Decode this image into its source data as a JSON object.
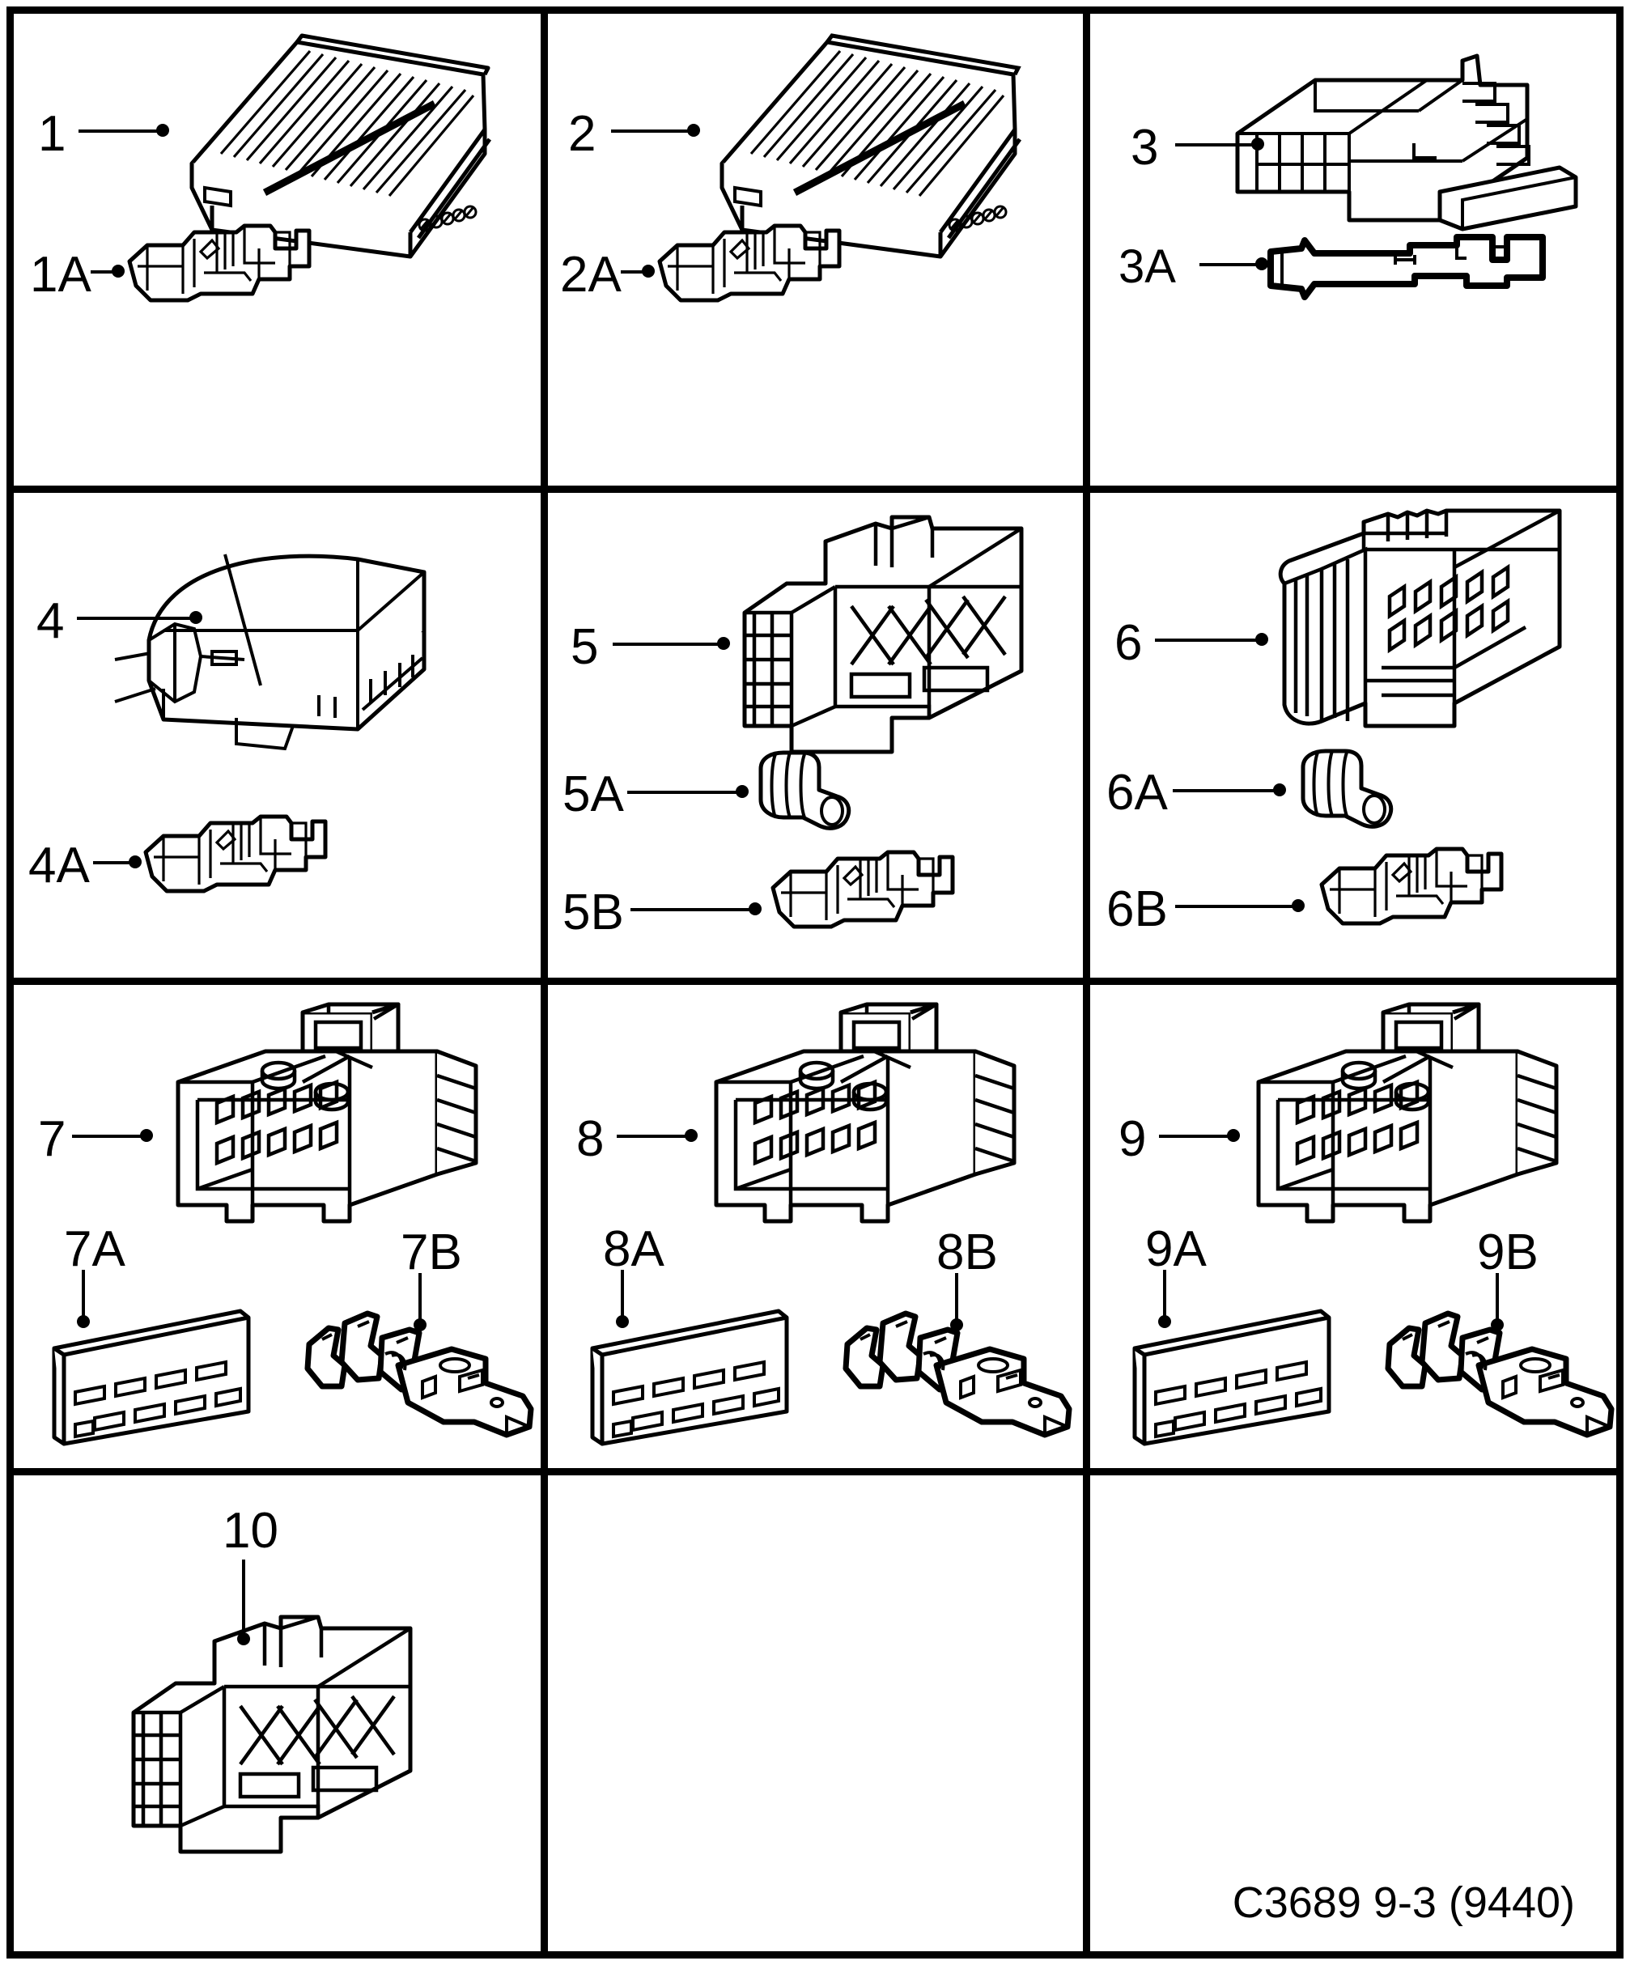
{
  "document": {
    "type": "technical-parts-illustration",
    "caption": "C3689 9-3 (9440)",
    "grid": {
      "columns": 3,
      "rows": 4
    }
  },
  "panels": [
    {
      "id": "panel-1",
      "items": [
        {
          "ref": "1",
          "kind": "connector-housing-flat-multipin"
        },
        {
          "ref": "1A",
          "kind": "terminal-socket"
        }
      ]
    },
    {
      "id": "panel-2",
      "items": [
        {
          "ref": "2",
          "kind": "connector-housing-flat-multipin"
        },
        {
          "ref": "2A",
          "kind": "terminal-socket"
        }
      ]
    },
    {
      "id": "panel-3",
      "items": [
        {
          "ref": "3",
          "kind": "connector-housing-open-tray"
        },
        {
          "ref": "3A",
          "kind": "terminal-blade-pin"
        }
      ]
    },
    {
      "id": "panel-4",
      "items": [
        {
          "ref": "4",
          "kind": "connector-housing-curved-cover"
        },
        {
          "ref": "4A",
          "kind": "terminal-socket"
        }
      ]
    },
    {
      "id": "panel-5",
      "items": [
        {
          "ref": "5",
          "kind": "connector-housing-sealed-block"
        },
        {
          "ref": "5A",
          "kind": "wire-seal-grommet"
        },
        {
          "ref": "5B",
          "kind": "terminal-socket"
        }
      ]
    },
    {
      "id": "panel-6",
      "items": [
        {
          "ref": "6",
          "kind": "connector-housing-sealed-block"
        },
        {
          "ref": "6A",
          "kind": "wire-seal-grommet"
        },
        {
          "ref": "6B",
          "kind": "terminal-socket"
        }
      ]
    },
    {
      "id": "panel-7",
      "items": [
        {
          "ref": "7",
          "kind": "connector-housing-10-way"
        },
        {
          "ref": "7A",
          "kind": "terminal-position-assurance-plate"
        },
        {
          "ref": "7B",
          "kind": "terminal-blade-crimp"
        }
      ]
    },
    {
      "id": "panel-8",
      "items": [
        {
          "ref": "8",
          "kind": "connector-housing-10-way"
        },
        {
          "ref": "8A",
          "kind": "terminal-position-assurance-plate"
        },
        {
          "ref": "8B",
          "kind": "terminal-blade-crimp"
        }
      ]
    },
    {
      "id": "panel-9",
      "items": [
        {
          "ref": "9",
          "kind": "connector-housing-10-way"
        },
        {
          "ref": "9A",
          "kind": "terminal-position-assurance-plate"
        },
        {
          "ref": "9B",
          "kind": "terminal-blade-crimp"
        }
      ]
    },
    {
      "id": "panel-10",
      "items": [
        {
          "ref": "10",
          "kind": "connector-housing-sealed-block"
        }
      ]
    },
    {
      "id": "panel-11",
      "items": []
    },
    {
      "id": "panel-12",
      "items": []
    }
  ],
  "labels": {
    "l1": "1",
    "l1a": "1A",
    "l2": "2",
    "l2a": "2A",
    "l3": "3",
    "l3a": "3A",
    "l4": "4",
    "l4a": "4A",
    "l5": "5",
    "l5a": "5A",
    "l5b": "5B",
    "l6": "6",
    "l6a": "6A",
    "l6b": "6B",
    "l7": "7",
    "l7a": "7A",
    "l7b": "7B",
    "l8": "8",
    "l8a": "8A",
    "l8b": "8B",
    "l9": "9",
    "l9a": "9A",
    "l9b": "9B",
    "l10": "10"
  },
  "colors": {
    "ink": "#000000",
    "paper": "#ffffff"
  }
}
